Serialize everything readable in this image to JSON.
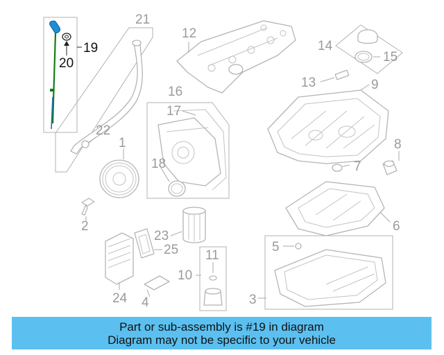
{
  "callouts": {
    "c1": "1",
    "c2": "2",
    "c3": "3",
    "c4": "4",
    "c5": "5",
    "c6": "6",
    "c7": "7",
    "c8": "8",
    "c9": "9",
    "c10": "10",
    "c11": "11",
    "c12": "12",
    "c13": "13",
    "c14": "14",
    "c15": "15",
    "c16": "16",
    "c17": "17",
    "c18": "18",
    "c19": "19",
    "c20": "20",
    "c21": "21",
    "c22": "22",
    "c23": "23",
    "c24": "24",
    "c25": "25"
  },
  "highlight": {
    "part_number": "19",
    "color": "#1a8fd6"
  },
  "banner": {
    "line1": "Part or sub-assembly is #19 in diagram",
    "line2": "Diagram may not be specific to your vehicle",
    "background": "#5bc0f0"
  }
}
